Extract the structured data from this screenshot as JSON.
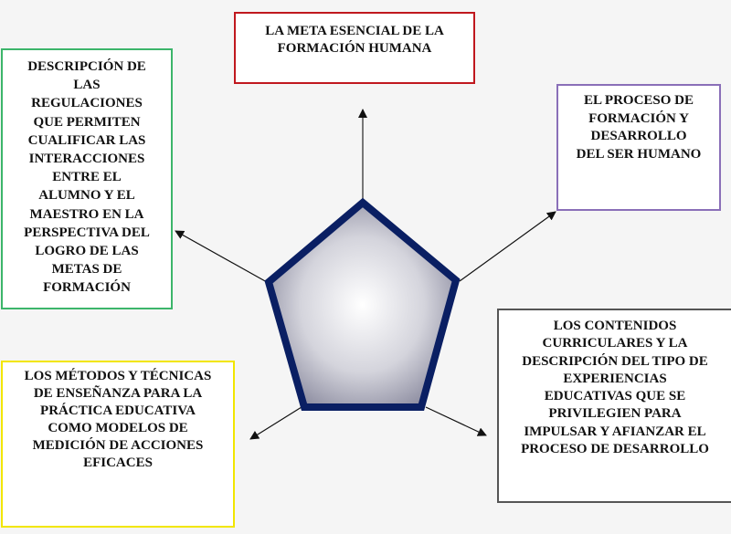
{
  "diagram": {
    "center_shape": "pentagon",
    "colors": {
      "pentagon_stroke": "#0a1f63",
      "pentagon_fill_center": "#ffffff",
      "pentagon_fill_edge": "#8a8a9c",
      "box_top_border": "#c0181e",
      "box_left_border": "#3cb56a",
      "box_right_border": "#8a6fb8",
      "box_bottom_right_border": "#555555",
      "box_bottom_left_border": "#f2e600",
      "arrow": "#111111",
      "background": "#f5f5f5"
    },
    "boxes": {
      "top": {
        "text": "LA META ESENCIAL DE LA\nFORMACIÓN HUMANA"
      },
      "left": {
        "text": "DESCRIPCIÓN DE\nLAS\nREGULACIONES\nQUE PERMITEN\nCUALIFICAR LAS\nINTERACCIONES\nENTRE EL\nALUMNO Y EL\nMAESTRO EN LA\nPERSPECTIVA DEL\nLOGRO DE LAS\nMETAS DE\nFORMACIÓN"
      },
      "right": {
        "text": "EL PROCESO DE\nFORMACIÓN Y\nDESARROLLO\nDEL SER HUMANO"
      },
      "bottom_right": {
        "text": "LOS CONTENIDOS\nCURRICULARES Y LA\nDESCRIPCIÓN DEL TIPO DE\nEXPERIENCIAS\nEDUCATIVAS QUE SE\nPRIVILEGIEN PARA\nIMPULSAR Y AFIANZAR EL\nPROCESO DE DESARROLLO"
      },
      "bottom_left": {
        "text": "LOS MÉTODOS Y TÉCNICAS\nDE ENSEÑANZA PARA LA\nPRÁCTICA EDUCATIVA\nCOMO MODELOS DE\nMEDICIÓN DE ACCIONES\nEFICACES"
      }
    },
    "arrows": [
      {
        "from": "pentagon-top",
        "to": "box-top"
      },
      {
        "from": "pentagon-left",
        "to": "box-left"
      },
      {
        "from": "pentagon-right",
        "to": "box-right"
      },
      {
        "from": "pentagon-bottom-right",
        "to": "box-bottom-right"
      },
      {
        "from": "pentagon-bottom-left",
        "to": "box-bottom-left"
      }
    ]
  }
}
